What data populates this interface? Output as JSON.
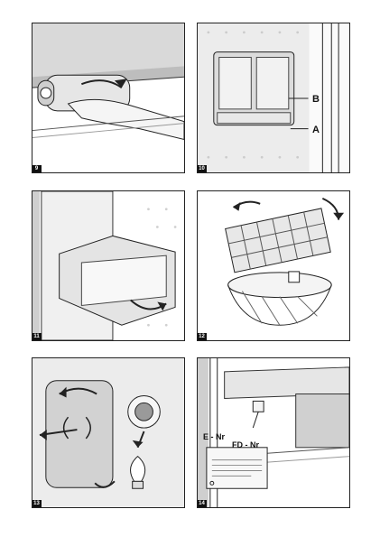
{
  "panels": [
    {
      "num": "9"
    },
    {
      "num": "10"
    },
    {
      "num": "11"
    },
    {
      "num": "12"
    },
    {
      "num": "13"
    },
    {
      "num": "14"
    }
  ],
  "labels": {
    "a": "A",
    "b": "B",
    "enr": "E - Nr",
    "fdnr": "FD - Nr"
  }
}
